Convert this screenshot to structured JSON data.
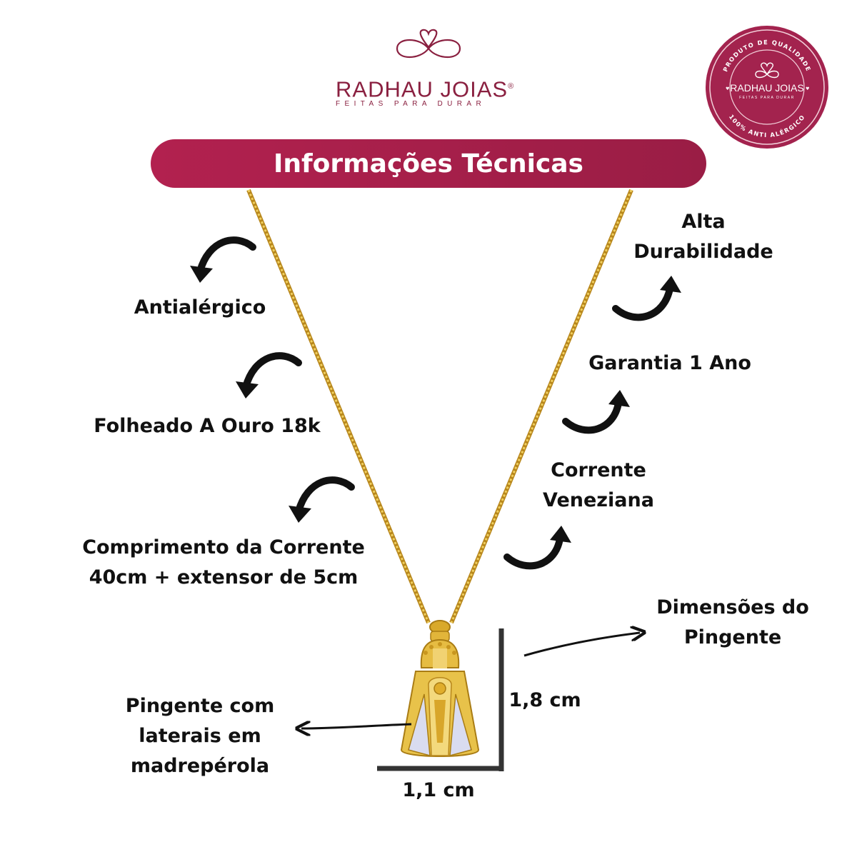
{
  "brand": {
    "name": "RADHAU JOIAS",
    "registered": "®",
    "tagline": "FEITAS PARA DURAR",
    "color": "#8a2040"
  },
  "seal": {
    "top_text": "PRODUTO DE QUALIDADE",
    "brand": "RADHAU JOIAS",
    "tagline": "FEITAS PARA DURAR",
    "bottom_text": "100% ANTI ALÉRGICO",
    "color": "#a3234e"
  },
  "banner": {
    "title": "Informações Técnicas",
    "color": "#a81f4b"
  },
  "features": {
    "antialergico": "Antialérgico",
    "folheado": "Folheado A Ouro 18k",
    "comprimento_line1": "Comprimento da Corrente",
    "comprimento_line2": "40cm + extensor de 5cm",
    "alta_line1": "Alta",
    "alta_line2": "Durabilidade",
    "garantia": "Garantia 1 Ano",
    "corrente_line1": "Corrente",
    "corrente_line2": "Veneziana",
    "dimensoes_line1": "Dimensões do",
    "dimensoes_line2": "Pingente",
    "pingente_line1": "Pingente com",
    "pingente_line2": "laterais em",
    "pingente_line3": "madrepérola"
  },
  "dimensions": {
    "height": "1,8 cm",
    "width": "1,1 cm"
  },
  "icons": [
    "heart-infinity-icon",
    "curved-arrow-icon",
    "arrow-icon",
    "pendant-image"
  ],
  "colors": {
    "gold": "#e1b83a",
    "gold_dark": "#b8871c",
    "pearl": "#d9dcf0"
  }
}
